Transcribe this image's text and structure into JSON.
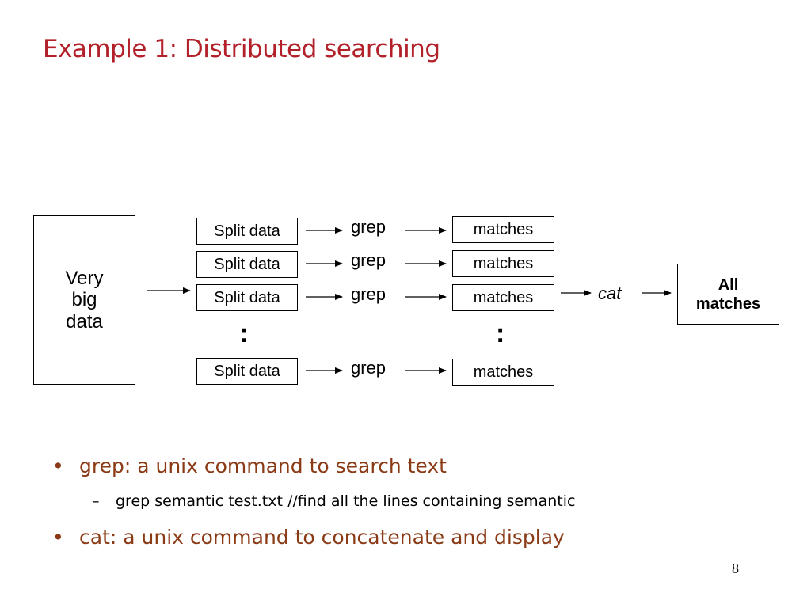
{
  "title": "Example 1: Distributed searching",
  "diagram": {
    "source": "Very\nbig\ndata",
    "split_label": "Split data",
    "grep_label": "grep",
    "matches_label": "matches",
    "cat_label": "cat",
    "result": "All\nmatches",
    "ellipsis": ":"
  },
  "bullets": [
    {
      "marker": "•",
      "text": "grep:  a unix command to search text"
    },
    {
      "marker": "–",
      "text": "grep semantic test.txt  //find all the lines containing semantic"
    },
    {
      "marker": "•",
      "text": "cat: a unix command to concatenate and display"
    }
  ],
  "page_number": "8"
}
